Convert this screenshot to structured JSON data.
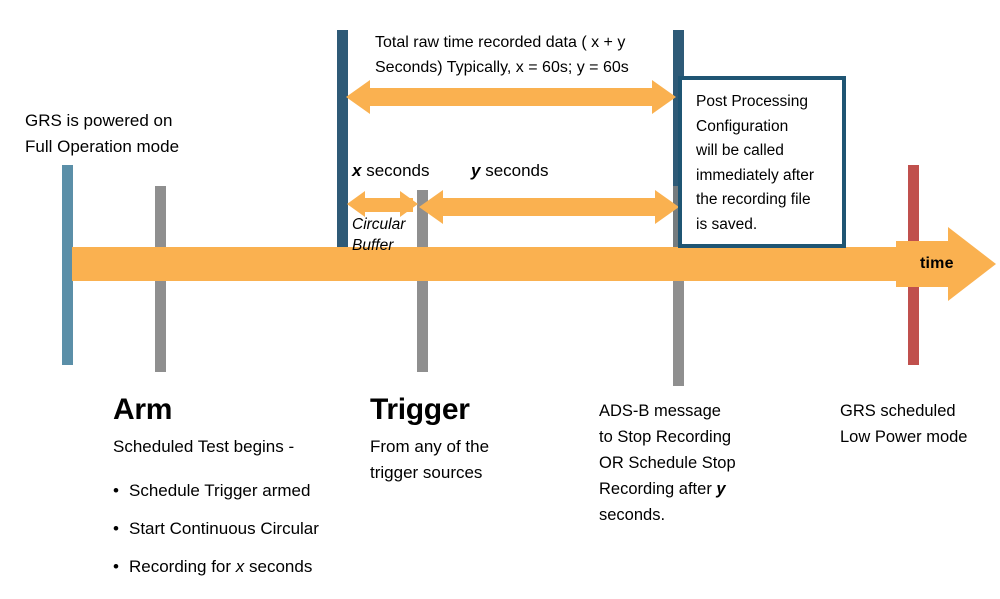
{
  "diagram": {
    "title_top": {
      "line1": "Total raw time recorded data ( x + y",
      "line2": "Seconds) Typically, x = 60s; y = 60s"
    },
    "timeline": {
      "axis_label": "time"
    },
    "left_note": {
      "line1": "GRS  is  powered  on",
      "line2": "Full Operation mode"
    },
    "measures": {
      "x_seconds": {
        "symbol": "x",
        "text": " seconds"
      },
      "y_seconds": {
        "symbol": "y",
        "text": " seconds"
      },
      "circular_buffer": {
        "line1": "Circular",
        "line2": "Buffer"
      }
    },
    "post_processing_box": {
      "lines": [
        "Post Processing",
        "Configuration",
        "will be called",
        "immediately after",
        "the recording file",
        "is saved."
      ]
    },
    "events": [
      {
        "id": "arm",
        "heading": "Arm",
        "subtitle": "Scheduled Test begins -",
        "bullets": [
          {
            "pre": "Schedule Trigger armed",
            "em": "",
            "post": ""
          },
          {
            "pre": "Start Continuous Circular",
            "em": "",
            "post": ""
          },
          {
            "pre": "Recording for ",
            "em": "x",
            "post": " seconds"
          }
        ]
      },
      {
        "id": "trigger",
        "heading": "Trigger",
        "lines": [
          "From  any  of  the",
          "trigger sources"
        ]
      },
      {
        "id": "stop-recording",
        "lines": [
          "ADS-B message",
          "to Stop Recording",
          "OR Schedule Stop"
        ],
        "last_line_pre": "Recording after ",
        "last_line_em": "y",
        "last_line_post": "",
        "tail_line": "seconds."
      },
      {
        "id": "low-power",
        "lines": [
          "GRS scheduled",
          "Low Power mode"
        ]
      }
    ],
    "colors": {
      "orange": "#FAB150",
      "steel_blue": "#5B8FA8",
      "gray": "#808080",
      "dark_blue": "#2E5A77",
      "red": "#C0504D",
      "box_border": "#1F5573"
    }
  }
}
